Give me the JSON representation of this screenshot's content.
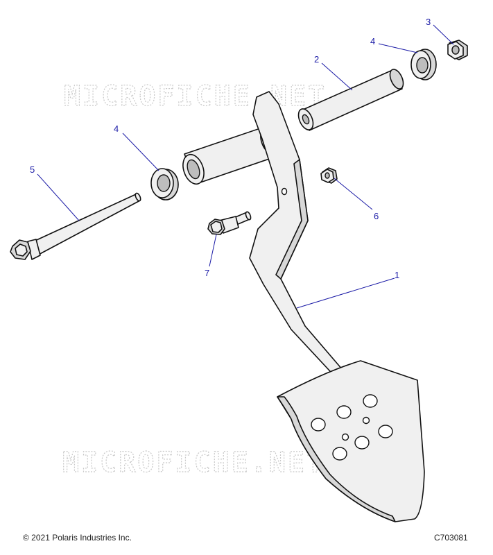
{
  "watermarks": [
    "MICROFICHE.NET",
    "MICROFICHE.NET"
  ],
  "callouts": {
    "c1": "1",
    "c2": "2",
    "c3": "3",
    "c4a": "4",
    "c4b": "4",
    "c5": "5",
    "c6": "6",
    "c7": "7"
  },
  "footer": {
    "copyright": "© 2021 Polaris Industries Inc.",
    "drawing_number": "C703081"
  },
  "colors": {
    "callout": "#1a1aa6",
    "part_fill": "#f0f0f0",
    "outline": "#111111",
    "watermark": "#c8c8c8"
  }
}
